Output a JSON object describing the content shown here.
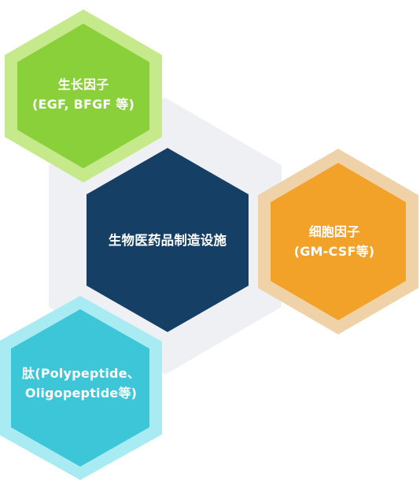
{
  "colors": {
    "background_hex": "#eef0f3",
    "center_fill": "#163f66",
    "growth_fill": "#89d03b",
    "growth_ring": "#c6e98c",
    "cytokine_fill": "#f2a229",
    "cytokine_ring": "#f0d2a8",
    "peptide_fill": "#3cc6d8",
    "peptide_ring": "#a9ebf2",
    "text": "#ffffff"
  },
  "nodes": {
    "center": {
      "line1": "生物医药品制造设施"
    },
    "growth_factor": {
      "line1": "生长因子",
      "line2": "(EGF, BFGF 等)"
    },
    "cytokine": {
      "line1": "细胞因子",
      "line2": "(GM-CSF等)"
    },
    "peptide": {
      "line1": "肽(Polypeptide、",
      "line2": "Oligopeptide等)"
    }
  }
}
